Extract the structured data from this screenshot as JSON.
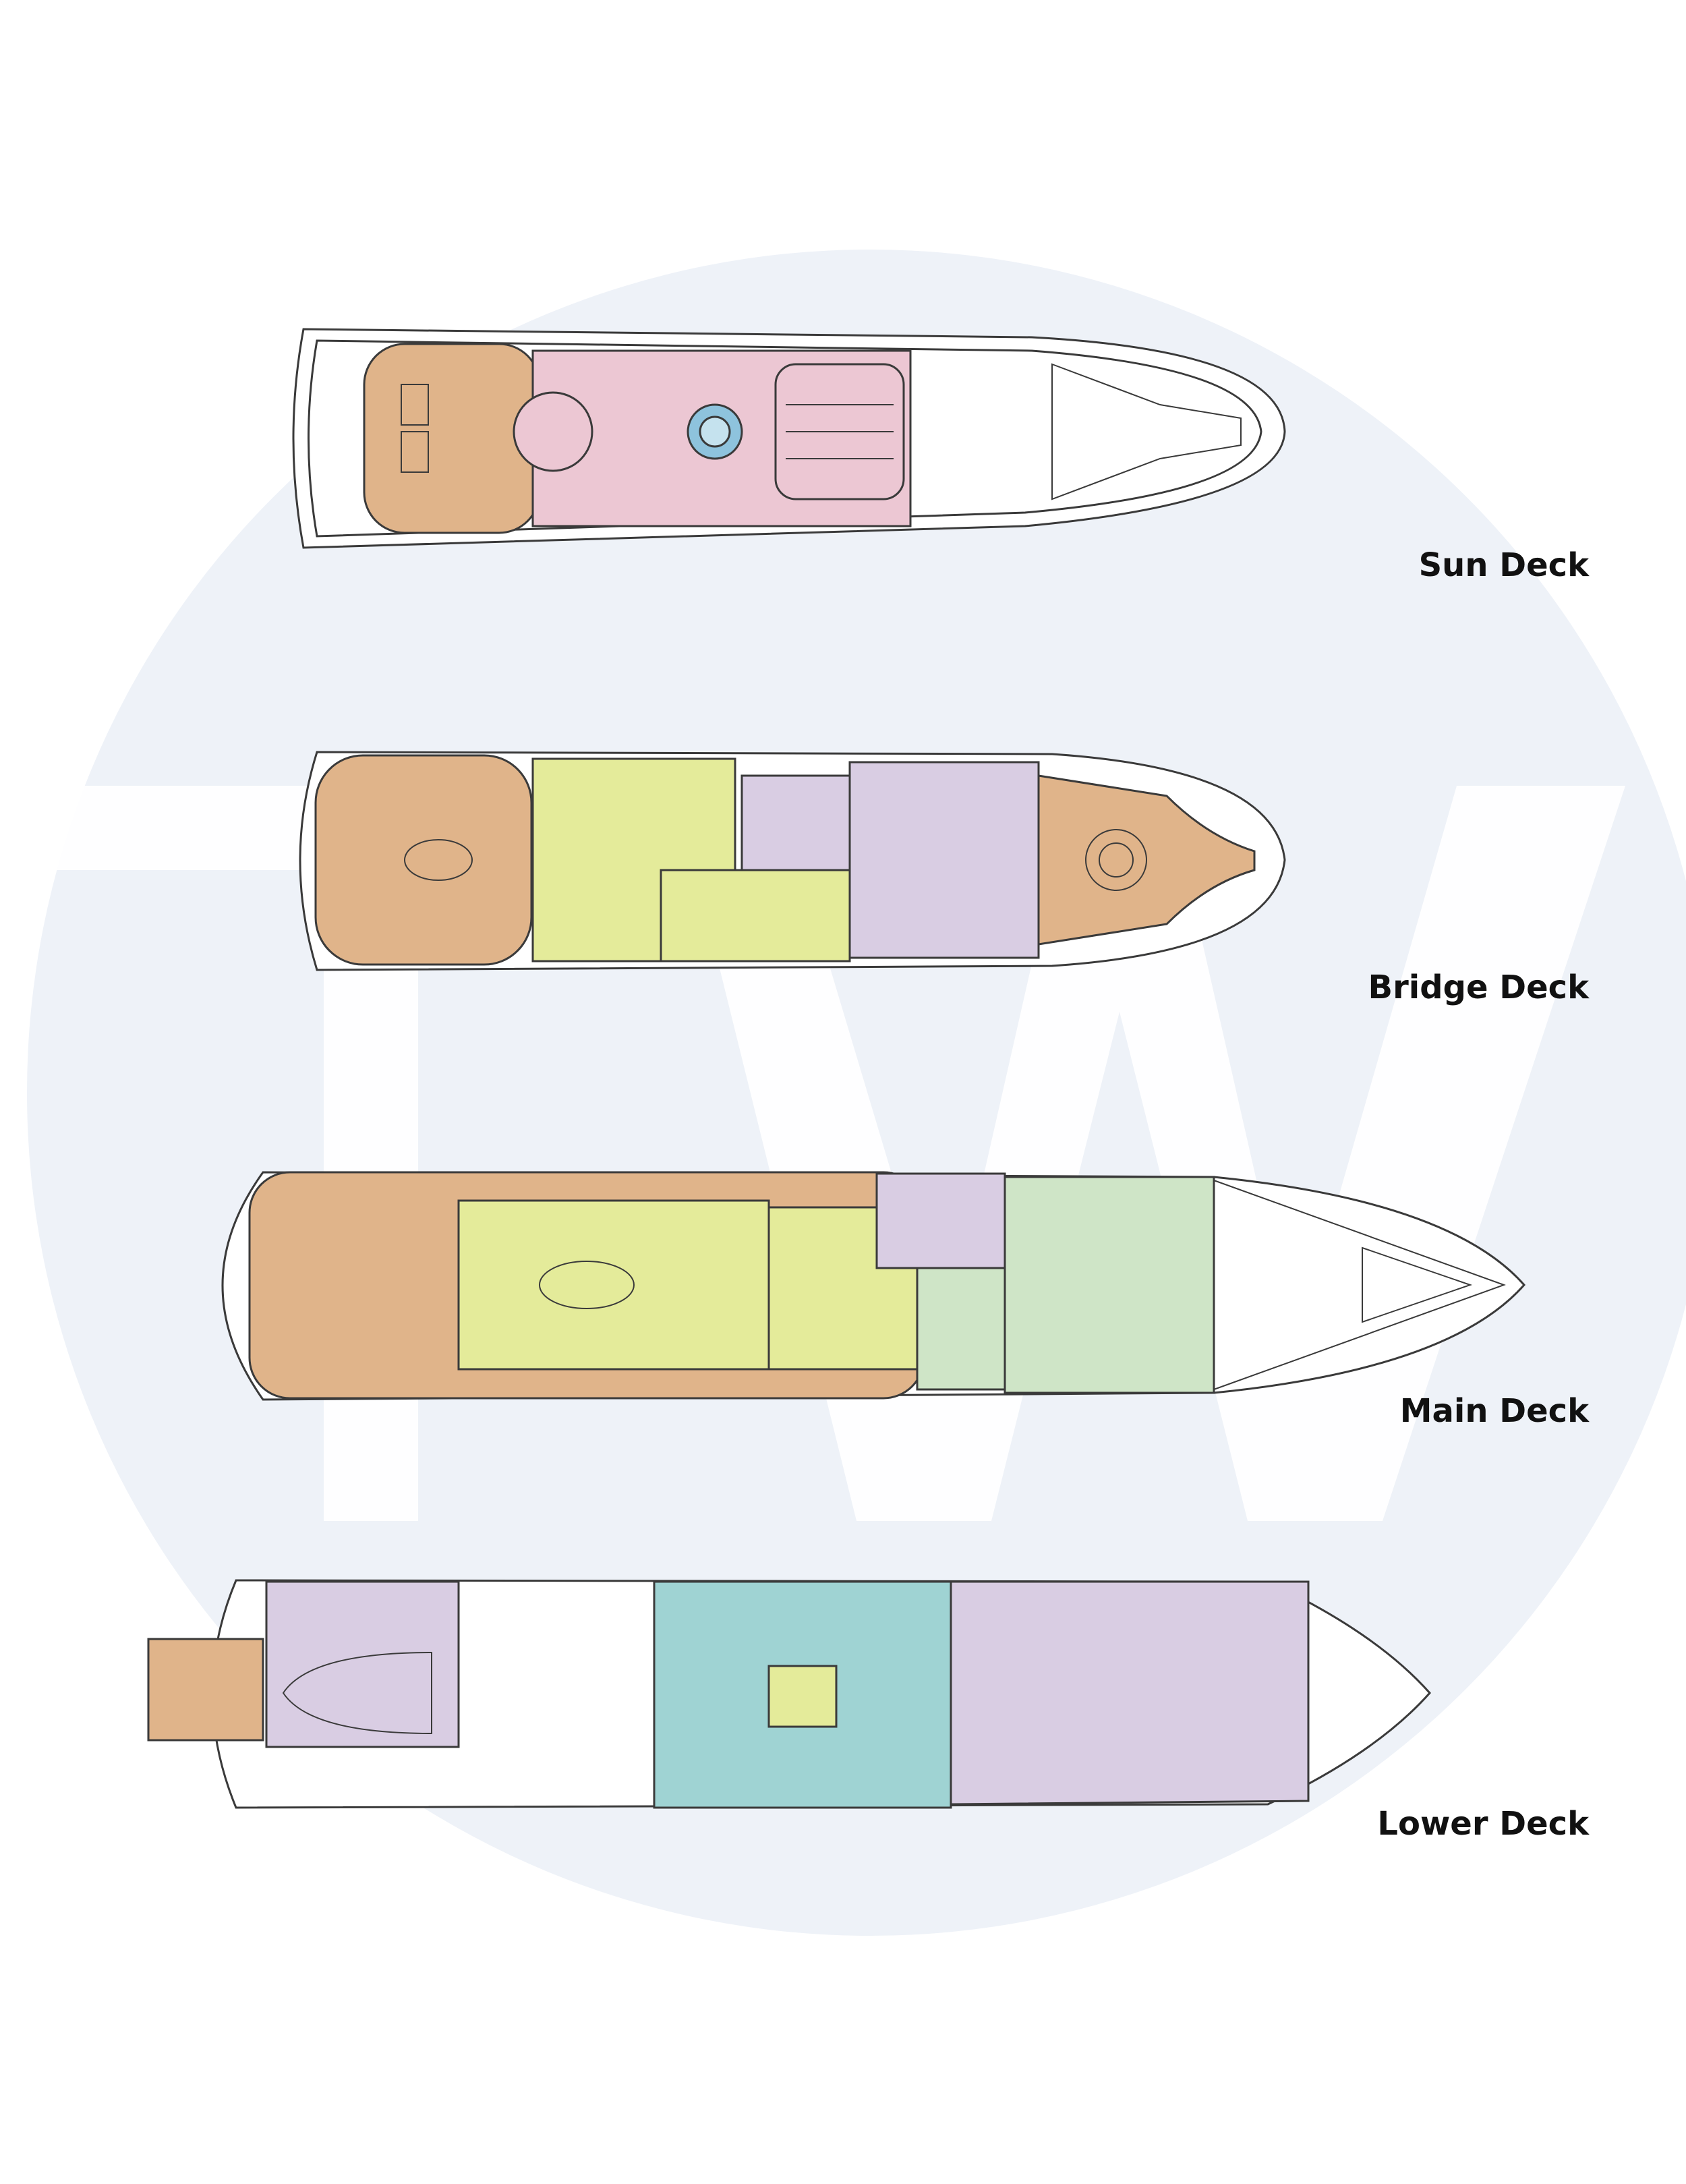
{
  "decks": {
    "sun": {
      "label": "Sun Deck"
    },
    "bridge": {
      "label": "Bridge Deck"
    },
    "main": {
      "label": "Main Deck"
    },
    "lower": {
      "label": "Lower Deck"
    }
  },
  "colors": {
    "watermark": "#eef2f8",
    "outline": "#3a3a3a",
    "exterior_deck": "#e0b48a",
    "sun_lounge": "#ecc7d3",
    "saloon": "#e4eb9a",
    "crew_area": "#d9cde3",
    "galley": "#cfe5c7",
    "guest_cabins": "#9fd3d3",
    "spa_pool": "#8ec3dd"
  }
}
